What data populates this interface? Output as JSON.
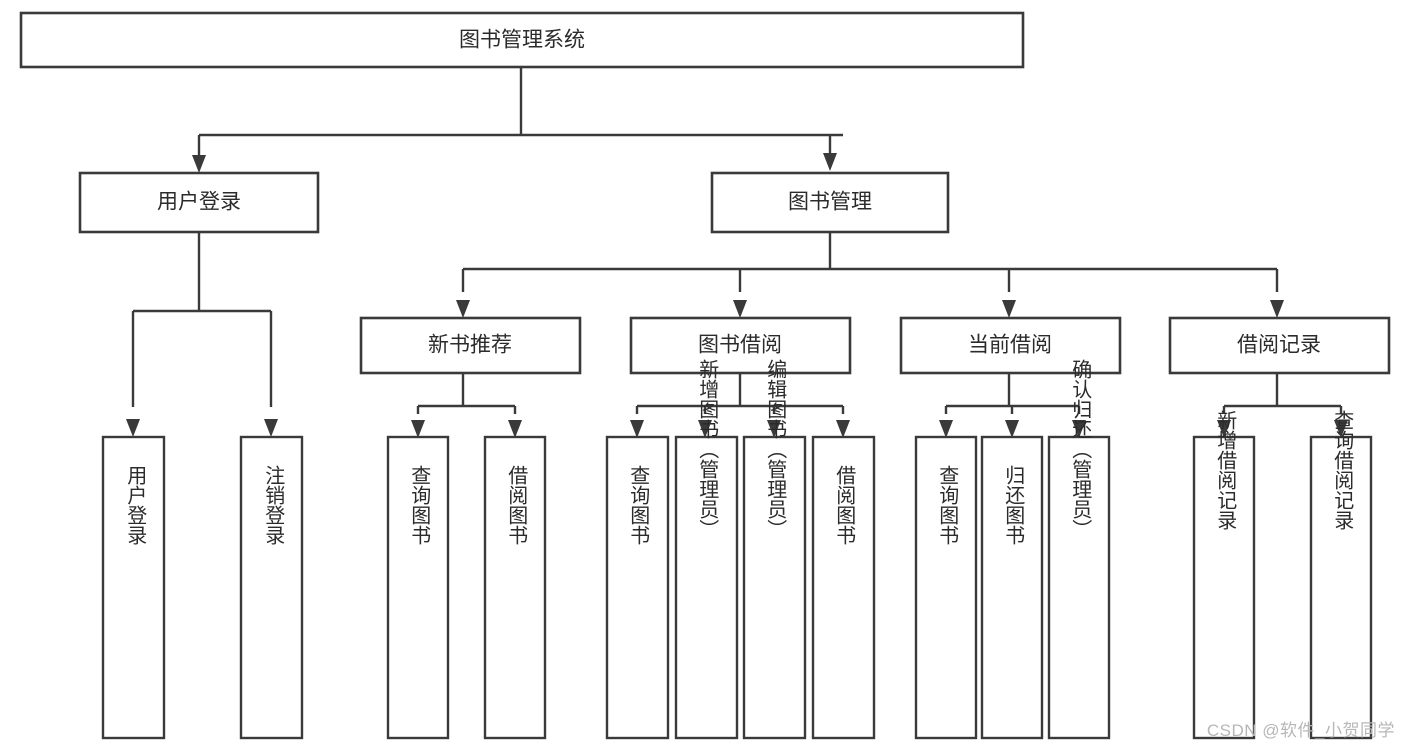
{
  "diagram": {
    "type": "tree",
    "title": "图书管理系统",
    "background_color": "#ffffff",
    "line_color": "#3a3a3a",
    "text_color": "#2b2b2b",
    "root": {
      "id": "root",
      "label": "图书管理系统",
      "orientation": "horizontal"
    },
    "level2": [
      {
        "id": "user-login",
        "label": "用户登录",
        "orientation": "horizontal"
      },
      {
        "id": "book-manage",
        "label": "图书管理",
        "orientation": "horizontal"
      }
    ],
    "level3": [
      {
        "id": "new-book-recommend",
        "label": "新书推荐",
        "orientation": "horizontal",
        "parent": "book-manage"
      },
      {
        "id": "book-borrow",
        "label": "图书借阅",
        "orientation": "horizontal",
        "parent": "book-manage"
      },
      {
        "id": "current-borrow",
        "label": "当前借阅",
        "orientation": "horizontal",
        "parent": "book-manage"
      },
      {
        "id": "borrow-record",
        "label": "借阅记录",
        "orientation": "horizontal",
        "parent": "book-manage"
      }
    ],
    "leaves": [
      {
        "id": "leaf-user-login",
        "label": "用户登录",
        "orientation": "vertical",
        "parent": "user-login"
      },
      {
        "id": "leaf-user-logout",
        "label": "注销登录",
        "orientation": "vertical",
        "parent": "user-login"
      },
      {
        "id": "leaf-query-book-1",
        "label": "查询图书",
        "orientation": "vertical",
        "parent": "new-book-recommend"
      },
      {
        "id": "leaf-borrow-book-1",
        "label": "借阅图书",
        "orientation": "vertical",
        "parent": "new-book-recommend"
      },
      {
        "id": "leaf-query-book-2",
        "label": "查询图书",
        "orientation": "vertical",
        "parent": "book-borrow"
      },
      {
        "id": "leaf-add-book",
        "label": "新增图书（管理员）",
        "orientation": "vertical",
        "parent": "book-borrow"
      },
      {
        "id": "leaf-edit-book",
        "label": "编辑图书（管理员）",
        "orientation": "vertical",
        "parent": "book-borrow"
      },
      {
        "id": "leaf-borrow-book-2",
        "label": "借阅图书",
        "orientation": "vertical",
        "parent": "book-borrow"
      },
      {
        "id": "leaf-query-book-3",
        "label": "查询图书",
        "orientation": "vertical",
        "parent": "current-borrow"
      },
      {
        "id": "leaf-return-book",
        "label": "归还图书",
        "orientation": "vertical",
        "parent": "current-borrow"
      },
      {
        "id": "leaf-confirm-return",
        "label": "确认归还（管理员）",
        "orientation": "vertical",
        "parent": "current-borrow"
      },
      {
        "id": "leaf-add-record",
        "label": "新增借阅记录",
        "orientation": "vertical",
        "parent": "borrow-record"
      },
      {
        "id": "leaf-query-record",
        "label": "查询借阅记录",
        "orientation": "vertical",
        "parent": "borrow-record"
      }
    ]
  },
  "watermark": {
    "text": "CSDN @软件_小贺同学"
  }
}
